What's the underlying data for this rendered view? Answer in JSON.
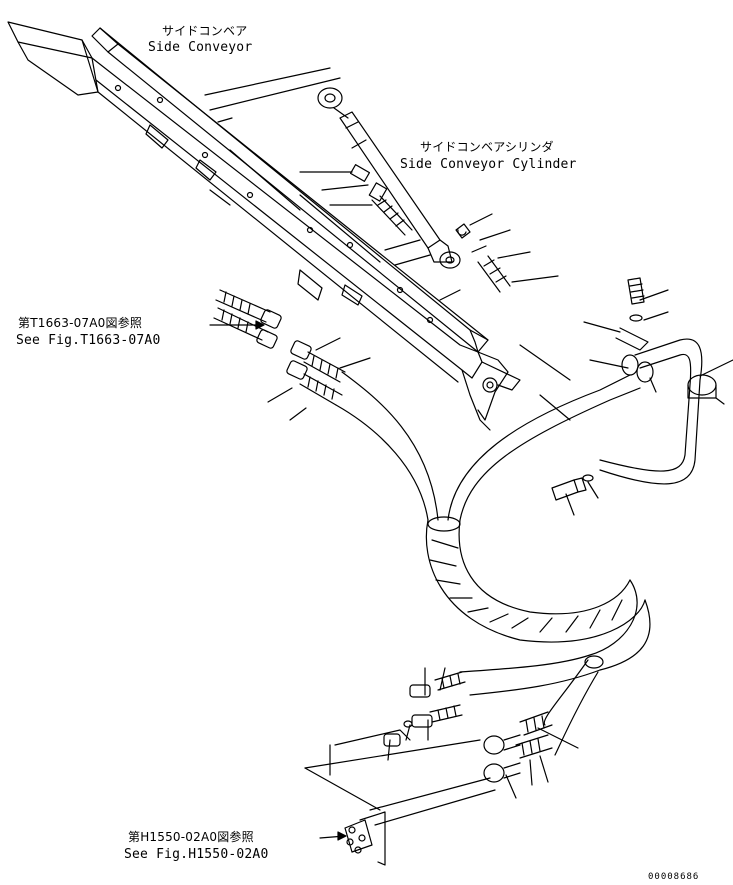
{
  "labels": {
    "side_conveyor_jp": "サイドコンベア",
    "side_conveyor_en": "Side Conveyor",
    "side_conveyor_cylinder_jp": "サイドコンベアシリンダ",
    "side_conveyor_cylinder_en": "Side Conveyor Cylinder",
    "ref1_jp": "第T1663-07A0図参照",
    "ref1_en": "See Fig.T1663-07A0",
    "ref2_jp": "第H1550-02A0図参照",
    "ref2_en": "See Fig.H1550-02A0",
    "drawing_number": "00008686"
  },
  "colors": {
    "line": "#000000",
    "background": "#ffffff"
  }
}
